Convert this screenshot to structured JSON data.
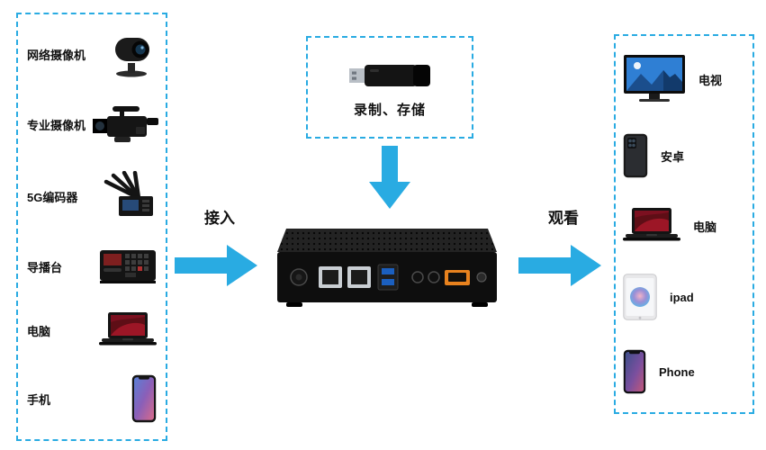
{
  "colors": {
    "accent_blue": "#29abe2",
    "device_body": "#0e0e0e",
    "hdmi_orange": "#e8821e"
  },
  "left_panel": {
    "items": [
      {
        "label": "网络摄像机",
        "icon": "ptz-camera-icon"
      },
      {
        "label": "专业摄像机",
        "icon": "camcorder-icon"
      },
      {
        "label": "5G编码器",
        "icon": "encoder-5g-icon"
      },
      {
        "label": "导播台",
        "icon": "video-switcher-icon"
      },
      {
        "label": "电脑",
        "icon": "laptop-icon"
      },
      {
        "label": "手机",
        "icon": "smartphone-icon"
      }
    ]
  },
  "flow": {
    "input_arrow_label": "接入",
    "output_arrow_label": "观看"
  },
  "storage_panel": {
    "label": "录制、存储",
    "icon": "usb-drive-icon"
  },
  "device": {
    "ports": [
      "power-jack",
      "lan-port-1",
      "lan-port-2",
      "usb-ports",
      "audio-jack-1",
      "audio-jack-2",
      "hdmi-port",
      "function-button"
    ]
  },
  "right_panel": {
    "items": [
      {
        "label": "电视",
        "icon": "tv-icon"
      },
      {
        "label": "安卓",
        "icon": "android-phone-icon"
      },
      {
        "label": "电脑",
        "icon": "laptop-icon"
      },
      {
        "label": "ipad",
        "icon": "tablet-icon"
      },
      {
        "label": "Phone",
        "icon": "iphone-icon"
      }
    ]
  }
}
